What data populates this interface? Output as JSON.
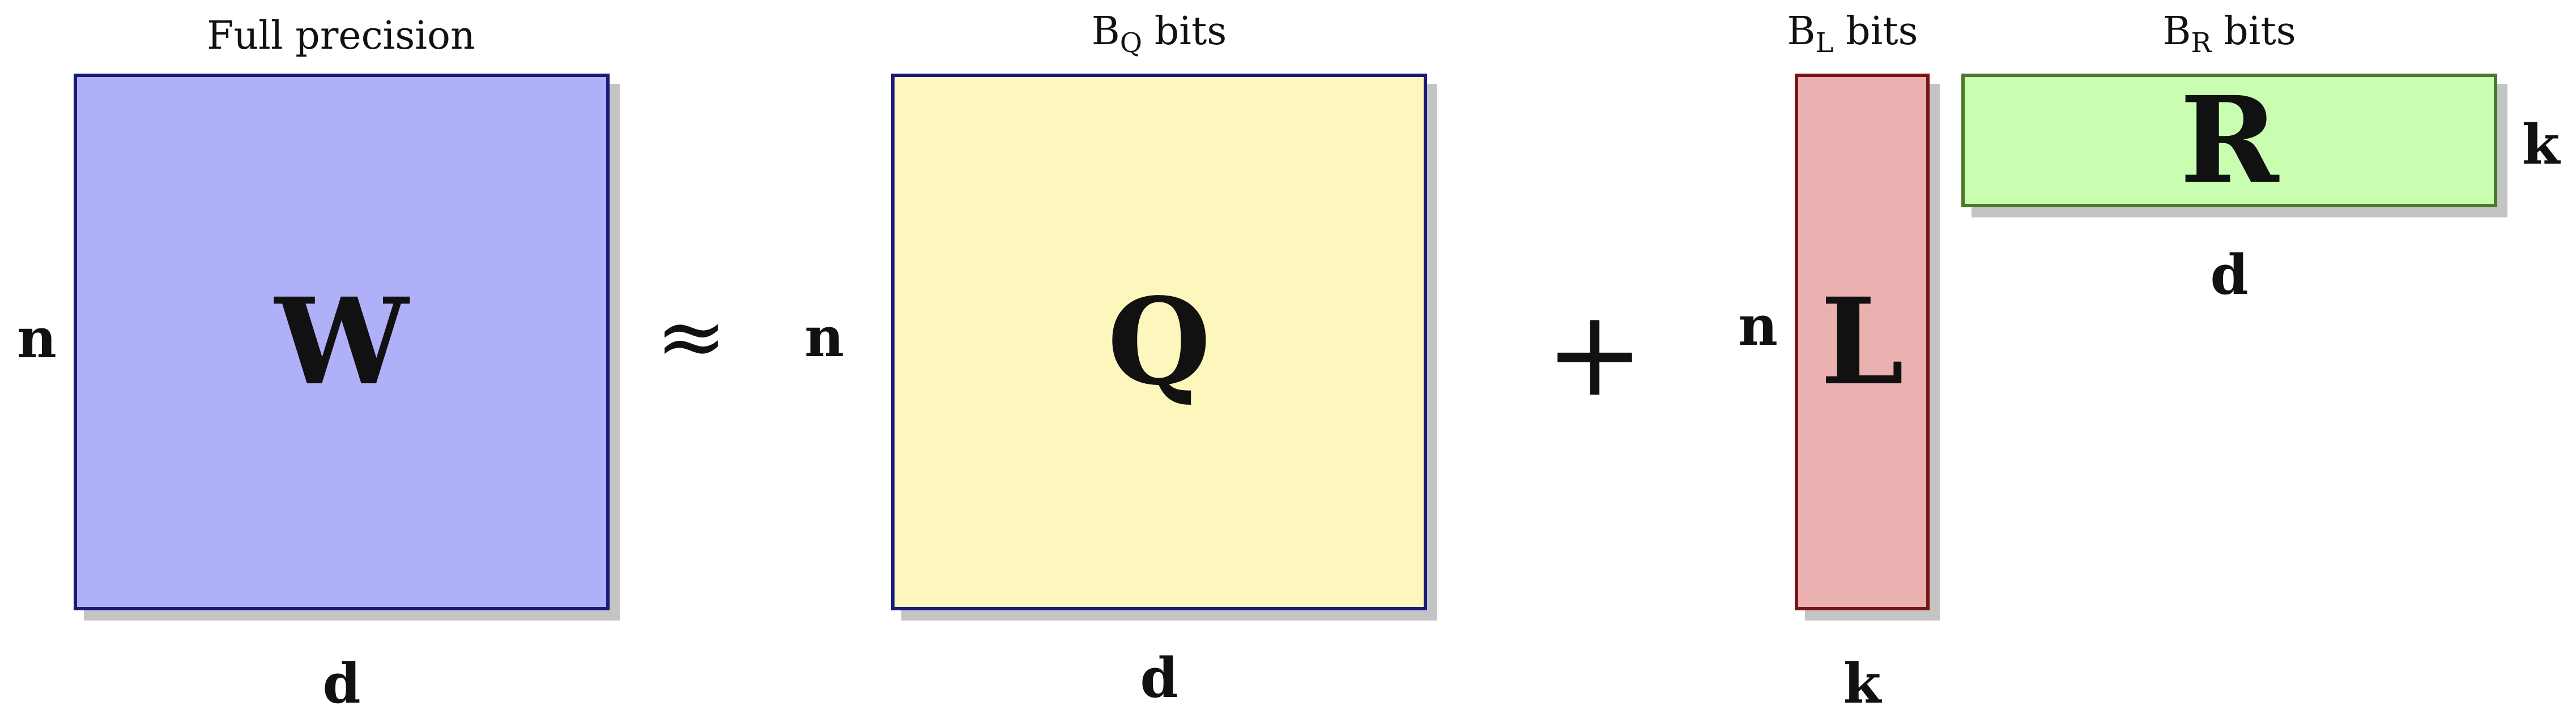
{
  "colors": {
    "W_fill": "#b0b0f8",
    "W_border": "#1a1a7a",
    "Q_fill": "#fdf7bd",
    "Q_border": "#1a1a7a",
    "L_fill": "#ebb1b1",
    "L_border": "#7a1414",
    "R_fill": "#c9fdb0",
    "R_border": "#4a7a2a",
    "shadow": "#c4c4c4"
  },
  "matrices": {
    "W": {
      "letter": "W",
      "caption": "Full precision",
      "row_dim": "n",
      "col_dim": "d"
    },
    "Q": {
      "letter": "Q",
      "caption_base": "B",
      "caption_sub": "Q",
      "caption_suffix": " bits",
      "row_dim": "n",
      "col_dim": "d"
    },
    "L": {
      "letter": "L",
      "caption_base": "B",
      "caption_sub": "L",
      "caption_suffix": " bits",
      "row_dim": "n",
      "col_dim": "k"
    },
    "R": {
      "letter": "R",
      "caption_base": "B",
      "caption_sub": "R",
      "caption_suffix": " bits",
      "row_dim": "k",
      "col_dim": "d"
    }
  },
  "operators": {
    "approx": "≈",
    "plus": "+"
  }
}
